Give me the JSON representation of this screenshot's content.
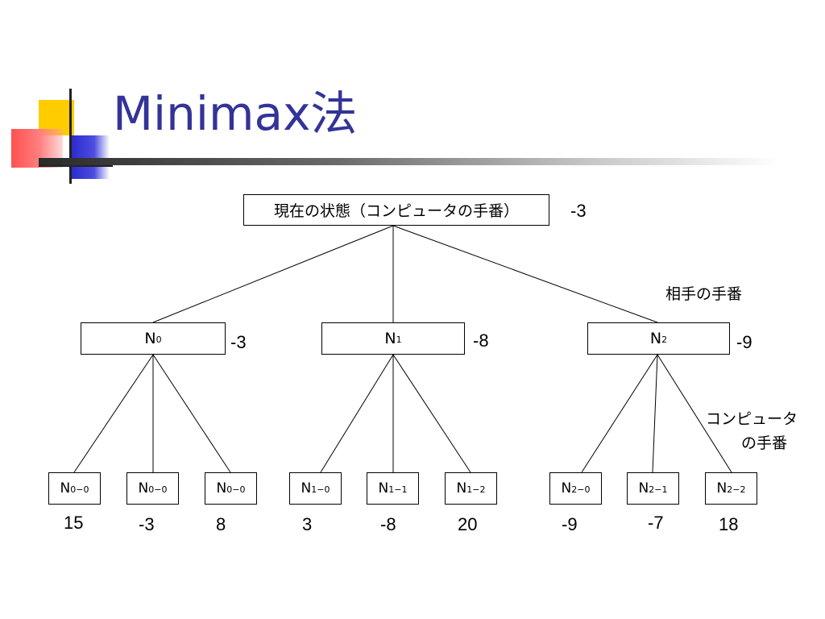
{
  "slide": {
    "title": "Minimax法"
  },
  "tree": {
    "root": {
      "label": "現在の状態（コンピュータの手番）",
      "value": "-3"
    },
    "level1_turn_label": "相手の手番",
    "level2_turn_label_line1": "コンピュータ",
    "level2_turn_label_line2": "の手番",
    "level1": [
      {
        "base": "N",
        "sub": "0",
        "value": "-3"
      },
      {
        "base": "N",
        "sub": "1",
        "value": "-8"
      },
      {
        "base": "N",
        "sub": "2",
        "value": "-9"
      }
    ],
    "leaves": [
      {
        "base": "N",
        "sub": "0−0",
        "value": "15"
      },
      {
        "base": "N",
        "sub": "0−0",
        "value": "-3"
      },
      {
        "base": "N",
        "sub": "0−0",
        "value": "8"
      },
      {
        "base": "N",
        "sub": "1−0",
        "value": "3"
      },
      {
        "base": "N",
        "sub": "1−1",
        "value": "-8"
      },
      {
        "base": "N",
        "sub": "1−2",
        "value": "20"
      },
      {
        "base": "N",
        "sub": "2−0",
        "value": "-9"
      },
      {
        "base": "N",
        "sub": "2−1",
        "value": "-7"
      },
      {
        "base": "N",
        "sub": "2−2",
        "value": "18"
      }
    ]
  },
  "colors": {
    "title": "#333399",
    "deco_yellow": "#ffcc00",
    "deco_blue": "#3333cc",
    "deco_red": "#ff3333"
  }
}
